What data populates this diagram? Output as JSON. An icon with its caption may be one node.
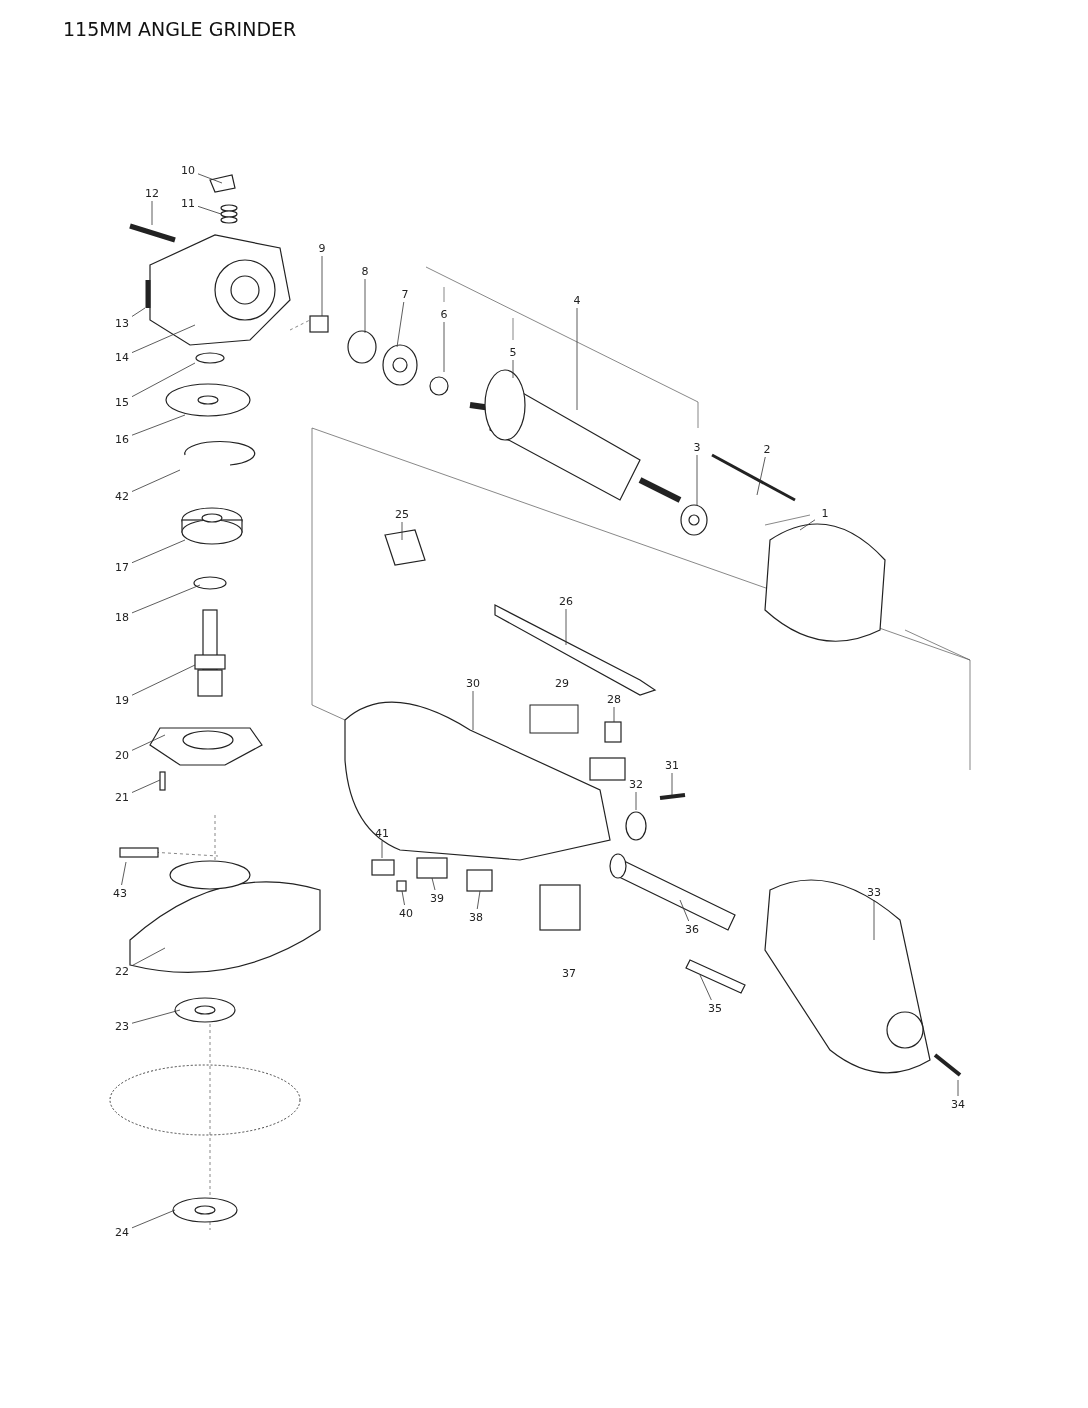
{
  "diagram": {
    "title": "115MM ANGLE GRINDER",
    "nodes": [
      {
        "text": [
          "10"
        ]
      },
      {
        "text": [
          "12"
        ]
      },
      {
        "text": [
          "11"
        ]
      },
      {
        "text": [
          "9"
        ]
      },
      {
        "text": [
          "8"
        ]
      },
      {
        "text": [
          "7"
        ]
      },
      {
        "text": [
          "6"
        ]
      },
      {
        "text": [
          "4"
        ]
      },
      {
        "text": [
          "13"
        ]
      },
      {
        "text": [
          "14"
        ]
      },
      {
        "text": [
          "5"
        ]
      },
      {
        "text": [
          "15"
        ]
      },
      {
        "text": [
          "16"
        ]
      },
      {
        "text": [
          "3"
        ]
      },
      {
        "text": [
          "2"
        ]
      },
      {
        "text": [
          "42"
        ]
      },
      {
        "text": [
          "1"
        ]
      },
      {
        "text": [
          "25"
        ]
      },
      {
        "text": [
          "17"
        ]
      },
      {
        "text": [
          "26"
        ]
      },
      {
        "text": [
          "18"
        ]
      },
      {
        "text": [
          "30"
        ]
      },
      {
        "text": [
          "28"
        ]
      },
      {
        "text": [
          "19"
        ]
      },
      {
        "text": [
          "20"
        ]
      },
      {
        "text": [
          "31"
        ]
      },
      {
        "text": [
          "32"
        ]
      },
      {
        "text": [
          "21"
        ]
      },
      {
        "text": [
          "41"
        ]
      },
      {
        "text": [
          "43"
        ]
      },
      {
        "text": [
          "36"
        ]
      },
      {
        "text": [
          "33"
        ]
      },
      {
        "text": [
          "39"
        ]
      },
      {
        "text": [
          "40"
        ]
      },
      {
        "text": [
          "38"
        ]
      },
      {
        "text": [
          "22"
        ]
      },
      {
        "text": [
          "35"
        ]
      },
      {
        "text": [
          "23"
        ]
      },
      {
        "text": [
          "34"
        ]
      },
      {
        "text": [
          "24"
        ]
      }
    ],
    "edges": [
      {
        "from": 0,
        "to": null,
        "arrow": "none"
      },
      {
        "from": 1,
        "to": null,
        "arrow": "none"
      },
      {
        "from": 2,
        "to": null,
        "arrow": "none"
      },
      {
        "from": 3,
        "to": null,
        "arrow": "none"
      },
      {
        "from": 4,
        "to": null,
        "arrow": "none"
      },
      {
        "from": 5,
        "to": null,
        "arrow": "none"
      },
      {
        "from": 6,
        "to": null,
        "arrow": "none"
      },
      {
        "from": 7,
        "to": null,
        "arrow": "none"
      },
      {
        "from": 8,
        "to": null,
        "arrow": "none"
      },
      {
        "from": 9,
        "to": null,
        "arrow": "none"
      },
      {
        "from": 10,
        "to": null,
        "arrow": "none"
      },
      {
        "from": 11,
        "to": null,
        "arrow": "none"
      },
      {
        "from": 12,
        "to": null,
        "arrow": "none"
      },
      {
        "from": 13,
        "to": null,
        "arrow": "none"
      },
      {
        "from": 14,
        "to": null,
        "arrow": "none"
      },
      {
        "from": 15,
        "to": null,
        "arrow": "none"
      },
      {
        "from": 16,
        "to": null,
        "arrow": "none"
      },
      {
        "from": 17,
        "to": null,
        "arrow": "none"
      },
      {
        "from": 18,
        "to": null,
        "arrow": "none"
      },
      {
        "from": 19,
        "to": null,
        "arrow": "none"
      },
      {
        "from": 20,
        "to": null,
        "arrow": "none"
      },
      {
        "from": 21,
        "to": null,
        "arrow": "none"
      },
      {
        "from": 22,
        "to": null,
        "arrow": "none"
      },
      {
        "from": 23,
        "to": null,
        "arrow": "none"
      },
      {
        "from": 24,
        "to": null,
        "arrow": "none"
      },
      {
        "from": 25,
        "to": null,
        "arrow": "none"
      },
      {
        "from": 26,
        "to": null,
        "arrow": "none"
      },
      {
        "from": 27,
        "to": null,
        "arrow": "none"
      },
      {
        "from": 28,
        "to": null,
        "arrow": "none"
      },
      {
        "from": 29,
        "to": null,
        "arrow": "none"
      },
      {
        "from": 30,
        "to": null,
        "arrow": "none"
      },
      {
        "from": 31,
        "to": null,
        "arrow": "none"
      },
      {
        "from": 32,
        "to": null,
        "arrow": "none"
      },
      {
        "from": 33,
        "to": null,
        "arrow": "none"
      },
      {
        "from": 34,
        "to": null,
        "arrow": "none"
      },
      {
        "from": 35,
        "to": null,
        "arrow": "none"
      },
      {
        "from": 36,
        "to": null,
        "arrow": "none"
      },
      {
        "from": 37,
        "to": null,
        "arrow": "none"
      },
      {
        "from": 38,
        "to": null,
        "arrow": "none"
      },
      {
        "from": 39,
        "to": null,
        "arrow": "none"
      }
    ],
    "labels": [
      "29",
      "37"
    ]
  }
}
